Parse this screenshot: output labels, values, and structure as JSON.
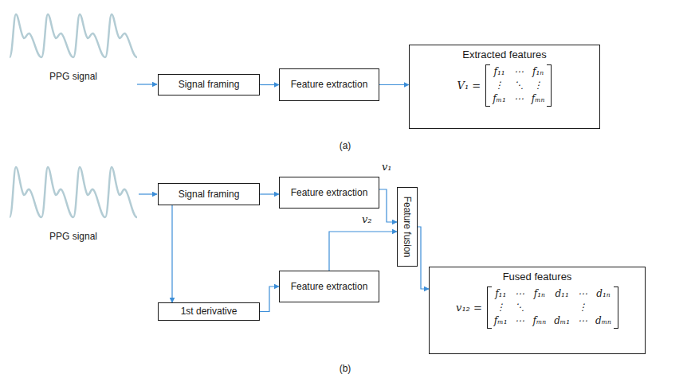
{
  "diagram": {
    "nodes": [
      {
        "text": [
          "Signal framing"
        ]
      },
      {
        "text": [
          "Feature extraction"
        ]
      },
      {
        "text": [
          "Extracted features",
          "V₁ =",
          "f₁₁",
          "⋯",
          "f₁ₙ",
          "⋮",
          "⋱",
          "⋮",
          "fₘ₁",
          "⋯",
          "fₘₙ"
        ]
      },
      {
        "text": [
          "Signal framing"
        ]
      },
      {
        "text": [
          "Feature extraction"
        ]
      },
      {
        "text": [
          "Feature fusion"
        ]
      },
      {
        "text": [
          "1st derivative"
        ]
      },
      {
        "text": [
          "Feature extraction"
        ]
      },
      {
        "text": [
          "Fused features",
          "v₁₂ =",
          "f₁₁",
          "⋯",
          "f₁ₙ",
          "d₁₁",
          "⋯",
          "d₁ₙ",
          "⋮",
          "⋱",
          "⋮",
          "fₘ₁",
          "⋯",
          "fₘₙ",
          "dₘ₁",
          "⋯",
          "dₘₙ"
        ]
      }
    ],
    "edges": [
      {
        "from": 0,
        "to": 1,
        "arrow": "to"
      },
      {
        "from": 1,
        "to": 2,
        "arrow": "to"
      },
      {
        "from": 3,
        "to": 4,
        "arrow": "to"
      },
      {
        "from": 3,
        "to": 6,
        "arrow": "to"
      },
      {
        "from": 6,
        "to": 7,
        "arrow": "to"
      },
      {
        "from": 4,
        "to": 5,
        "arrow": "to"
      },
      {
        "from": 7,
        "to": 5,
        "arrow": "to"
      },
      {
        "from": 5,
        "to": 8,
        "arrow": "to"
      }
    ],
    "labels": [
      "PPG signal",
      "(a)",
      "PPG signal",
      "v₁",
      "v₂",
      "(b)"
    ]
  }
}
